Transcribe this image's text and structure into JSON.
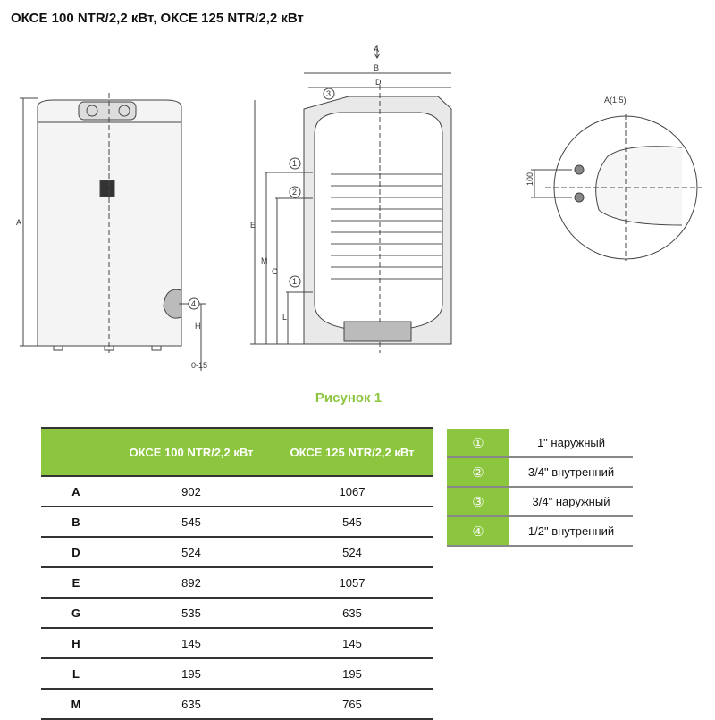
{
  "title": "ОКСЕ 100 NTR/2,2 кВт, ОКСЕ 125 NTR/2,2 кВт",
  "drawing": {
    "labels": {
      "A": "A",
      "B": "B",
      "D": "D",
      "E": "E",
      "M": "M",
      "G": "G",
      "L": "L",
      "H": "H",
      "gap": "0-15",
      "view": "A",
      "detail": "A(1:5)",
      "spacing": "100"
    },
    "callouts": [
      "1",
      "2",
      "3",
      "4",
      "1"
    ]
  },
  "caption": "Рисунок 1",
  "dimensions_table": {
    "headers": [
      "",
      "ОКСЕ 100 NTR/2,2 кВт",
      "ОКСЕ 125 NTR/2,2 кВт"
    ],
    "rows": [
      [
        "A",
        "902",
        "1067"
      ],
      [
        "B",
        "545",
        "545"
      ],
      [
        "D",
        "524",
        "524"
      ],
      [
        "E",
        "892",
        "1057"
      ],
      [
        "G",
        "535",
        "635"
      ],
      [
        "H",
        "145",
        "145"
      ],
      [
        "L",
        "195",
        "195"
      ],
      [
        "M",
        "635",
        "765"
      ]
    ]
  },
  "connections_table": {
    "rows": [
      [
        "①",
        "1\" наружный"
      ],
      [
        "②",
        "3/4\" внутренний"
      ],
      [
        "③",
        "3/4\" наружный"
      ],
      [
        "④",
        "1/2\" внутренний"
      ]
    ]
  },
  "colors": {
    "accent": "#8cc63f"
  }
}
